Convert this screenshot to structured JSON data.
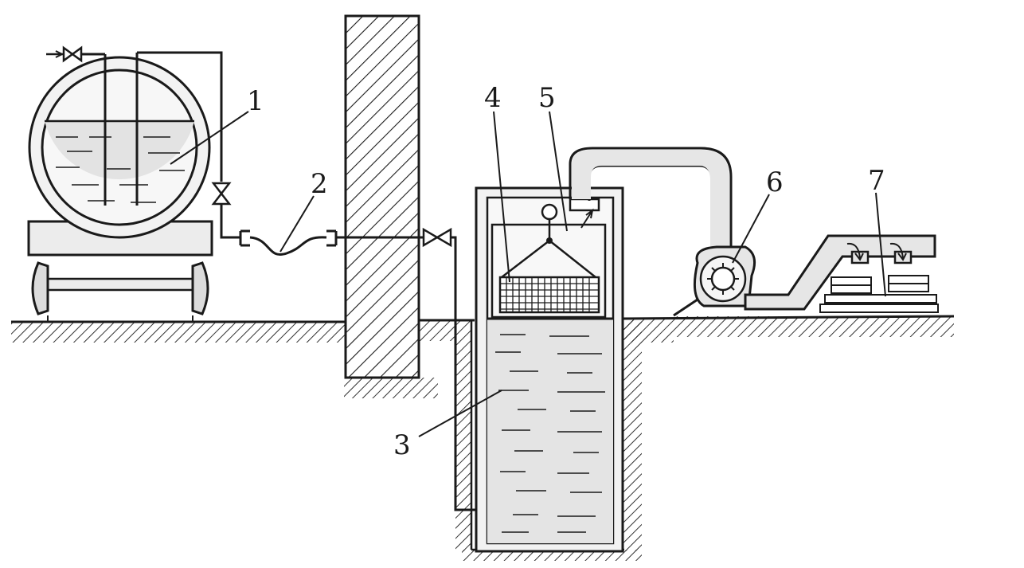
{
  "labels": {
    "tank": "1",
    "hose": "2",
    "reservoir": "3",
    "basket": "4",
    "chamber": "5",
    "fan": "6",
    "dryer": "7"
  },
  "colors": {
    "ink": "#1a1a1a",
    "fill": "#e6e6e6",
    "background": "#ffffff"
  }
}
